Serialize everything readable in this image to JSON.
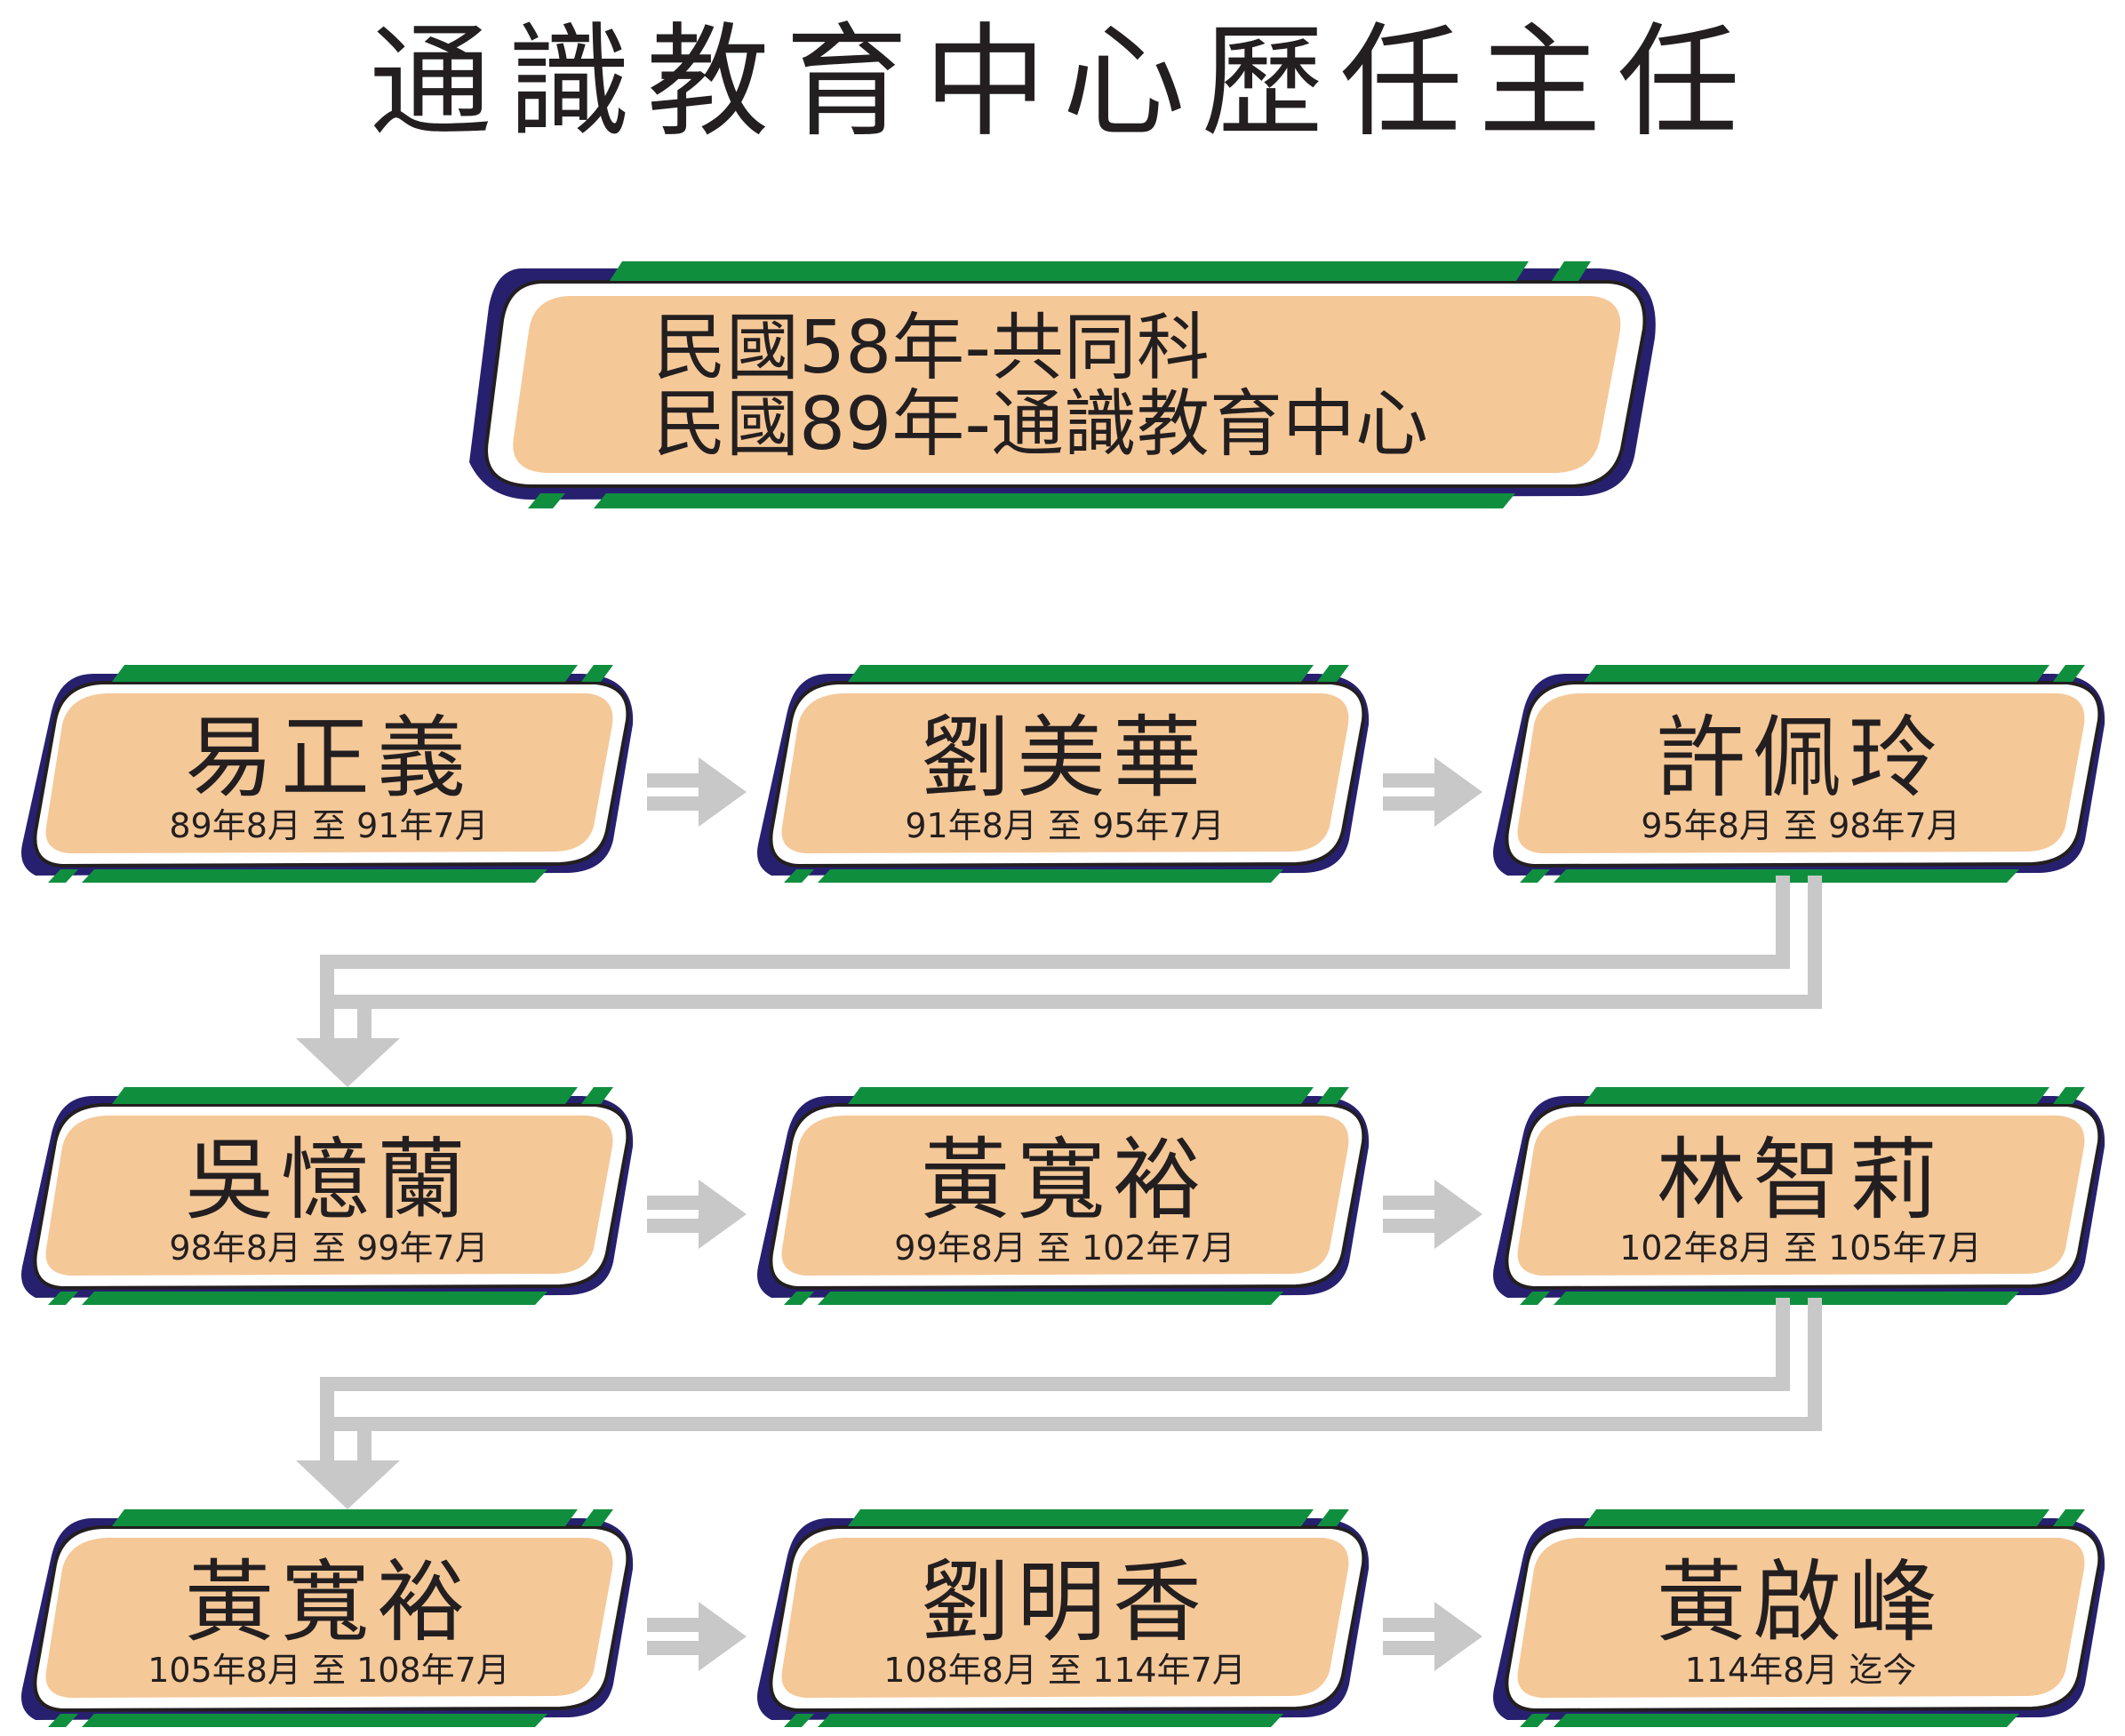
{
  "title": "通識教育中心歷任主任",
  "history": [
    "民國58年-共同科",
    "民國89年-通識教育中心"
  ],
  "directors": [
    {
      "name": "易正義",
      "term": "89年8月  至  91年7月"
    },
    {
      "name": "劉美華",
      "term": "91年8月  至  95年7月"
    },
    {
      "name": "許佩玲",
      "term": "95年8月  至  98年7月"
    },
    {
      "name": "吳憶蘭",
      "term": "98年8月  至  99年7月"
    },
    {
      "name": "黃寬裕",
      "term": "99年8月  至  102年7月"
    },
    {
      "name": "林智莉",
      "term": "102年8月  至  105年7月"
    },
    {
      "name": "黃寬裕",
      "term": "105年8月  至  108年7月"
    },
    {
      "name": "劉明香",
      "term": "108年8月  至  114年7月"
    },
    {
      "name": "黃啟峰",
      "term": "114年8月  迄今"
    }
  ],
  "colors": {
    "box_fill": "#f5c898",
    "shadow": "#27206e",
    "stripe": "#0f8f3e",
    "arrow": "#c8c8c8",
    "outline": "#231f20"
  }
}
